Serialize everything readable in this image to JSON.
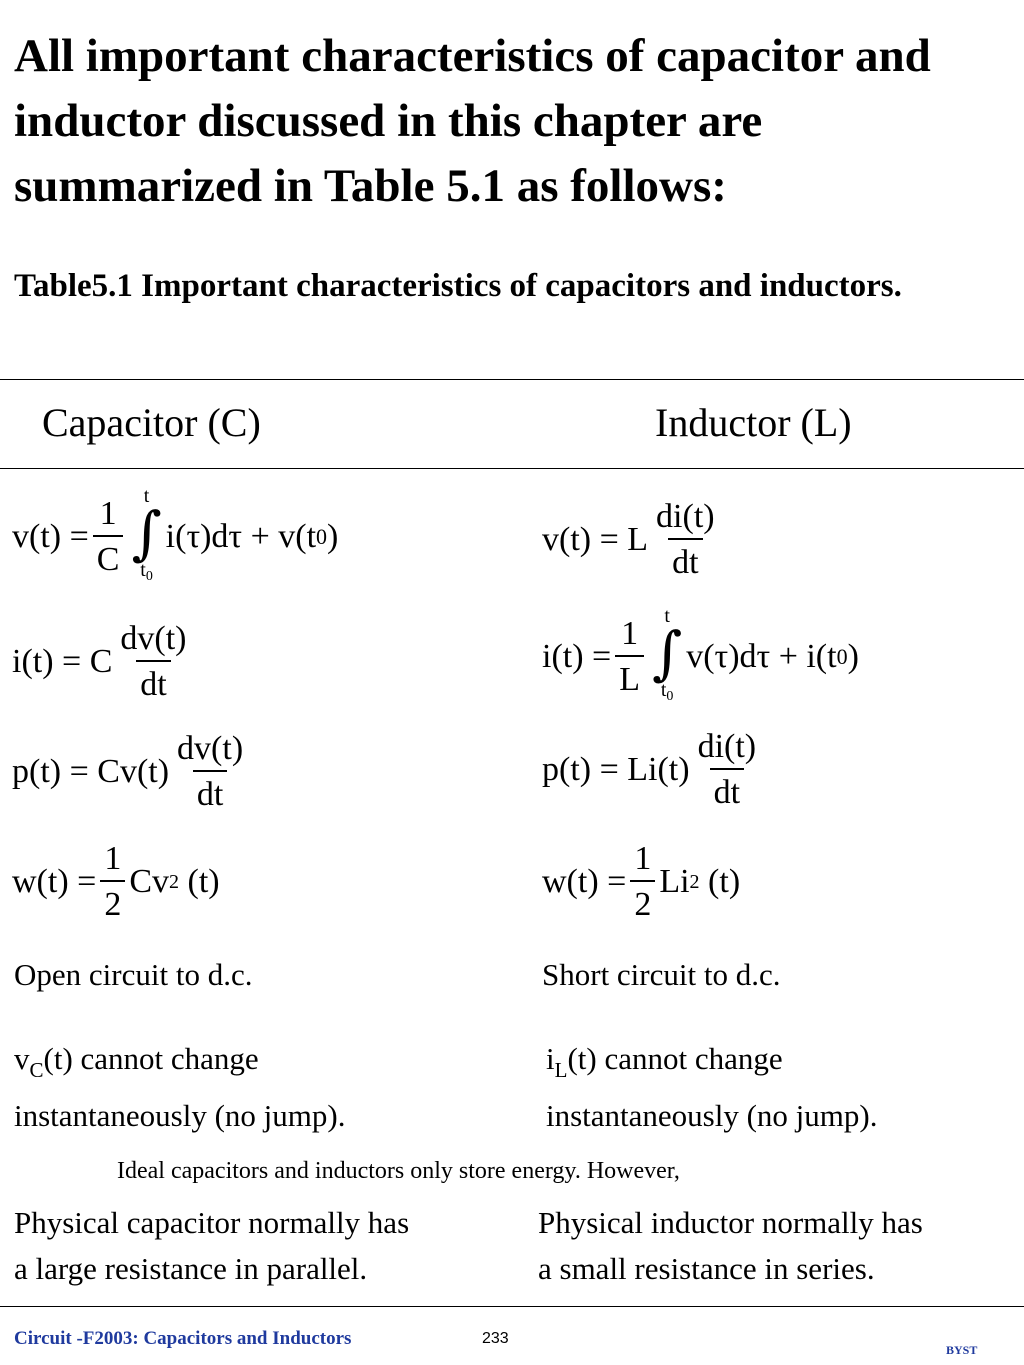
{
  "heading": "All important characteristics of capacitor and inductor discussed in this chapter are summarized in Table 5.1 as follows:",
  "caption": "Table5.1 Important characteristics of capacitors and inductors.",
  "table": {
    "capacitor_header": "Capacitor (C)",
    "inductor_header": "Inductor (L)"
  },
  "eq": {
    "cap_v_lhs": "v(t) =",
    "cap_v_num": "1",
    "cap_v_den": "C",
    "cap_v_int_upper": "t",
    "cap_v_int_lower": "t",
    "cap_v_int_lower_sub": "0",
    "cap_v_integrand": "i(τ)dτ + v(t",
    "cap_v_t0_sub": "0",
    "cap_v_close": ")",
    "ind_v_lhs": "v(t) = L",
    "ind_v_num": "di(t)",
    "ind_v_den": "dt",
    "cap_i_lhs": "i(t) = C",
    "cap_i_num": "dv(t)",
    "cap_i_den": "dt",
    "ind_i_lhs": "i(t) =",
    "ind_i_num": "1",
    "ind_i_den": "L",
    "ind_i_int_upper": "t",
    "ind_i_int_lower": "t",
    "ind_i_int_lower_sub": "0",
    "ind_i_integrand": "v(τ)dτ + i(t",
    "ind_i_t0_sub": "0",
    "ind_i_close": ")",
    "cap_p_lhs": "p(t) = Cv(t)",
    "cap_p_num": "dv(t)",
    "cap_p_den": "dt",
    "ind_p_lhs": "p(t) = Li(t)",
    "ind_p_num": "di(t)",
    "ind_p_den": "dt",
    "cap_w_lhs": "w(t) =",
    "cap_w_num": "1",
    "cap_w_den": "2",
    "cap_w_base": "Cv",
    "cap_w_exp": "2",
    "cap_w_arg": "(t)",
    "ind_w_lhs": "w(t) =",
    "ind_w_num": "1",
    "ind_w_den": "2",
    "ind_w_base": "Li",
    "ind_w_exp": "2",
    "ind_w_arg": "(t)"
  },
  "cap_dc": "Open circuit to d.c.",
  "ind_dc": "Short circuit to d.c.",
  "cap_jump_var": "v",
  "cap_jump_sub": "C",
  "cap_jump_rest": "(t) cannot change",
  "cap_jump_line2": "instantaneously (no jump).",
  "ind_jump_var": "i",
  "ind_jump_sub": "L",
  "ind_jump_rest": "(t) cannot change",
  "ind_jump_line2": "instantaneously (no jump).",
  "note": "Ideal capacitors and inductors only store energy.  However,",
  "cap_physical_line1": "Physical capacitor normally has",
  "cap_physical_line2": "a large resistance in parallel.",
  "ind_physical_line1": "Physical inductor normally has",
  "ind_physical_line2": "a small resistance in series.",
  "footer": {
    "left": "Circuit -F2003: Capacitors and Inductors",
    "page": "233",
    "right": "BYST"
  },
  "colors": {
    "footer_text": "#1f3a9e",
    "text": "#000000",
    "background": "#ffffff"
  }
}
